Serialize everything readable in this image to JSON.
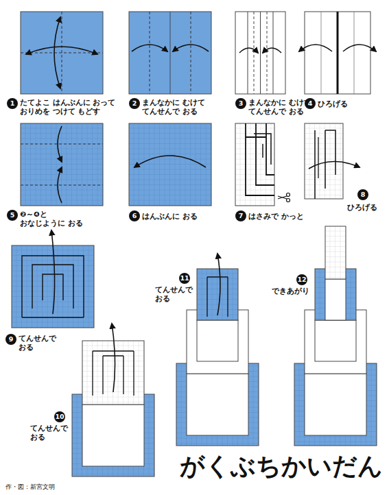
{
  "diagram": {
    "title": "がくぶちかいだん",
    "labels": [
      "1",
      "たてよこ はんぶんに おって おりめを つけて もどす",
      "2",
      "まんなかに むけて てんせんで おる",
      "3",
      "まんなかに むけて てんせんで おる",
      "4",
      "ひろげる",
      "5",
      "❷～❹と おなじように おる",
      "6",
      "はんぶんに おる",
      "7",
      "はさみで かっと",
      "8",
      "ひろげる",
      "9",
      "てんせんで おる",
      "10",
      "てんせんで おる",
      "11",
      "てんせんで おる",
      "12",
      "できあがり",
      "作・図：新宮文明"
    ]
  }
}
